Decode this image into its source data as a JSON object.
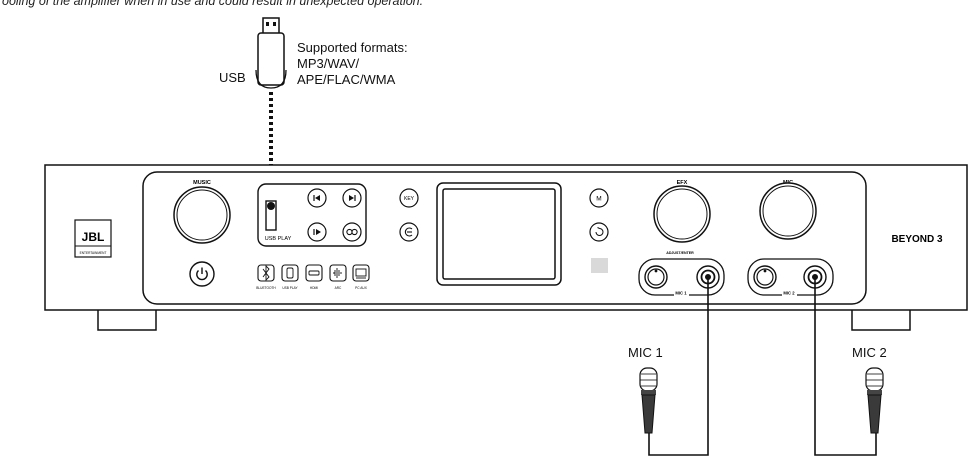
{
  "top_text": "ooling of the amplifier when in use and could result in unexpected operation.",
  "usb": {
    "label": "USB",
    "formats_heading": "Supported formats:",
    "formats_line1": "MP3/WAV/",
    "formats_line2": "APE/FLAC/WMA"
  },
  "device": {
    "brand_logo": "JBL",
    "brand_sub": "ENTERTAINMENT",
    "model": "BEYOND 3",
    "knob_music": "MUSIC",
    "knob_efx": "EFX",
    "knob_mic": "MIC",
    "adjust_enter": "ADJUST/ENTER",
    "usb_play": "USB PLAY",
    "key_label": "KEY",
    "m_label": "M",
    "mic1_port": "MIC 1",
    "mic2_port": "MIC 2",
    "sources": [
      "BLUETOOTH",
      "USB PLAY",
      "HDMI",
      "ARC",
      "PC AUX"
    ]
  },
  "microphones": {
    "mic1": "MIC 1",
    "mic2": "MIC 2"
  }
}
